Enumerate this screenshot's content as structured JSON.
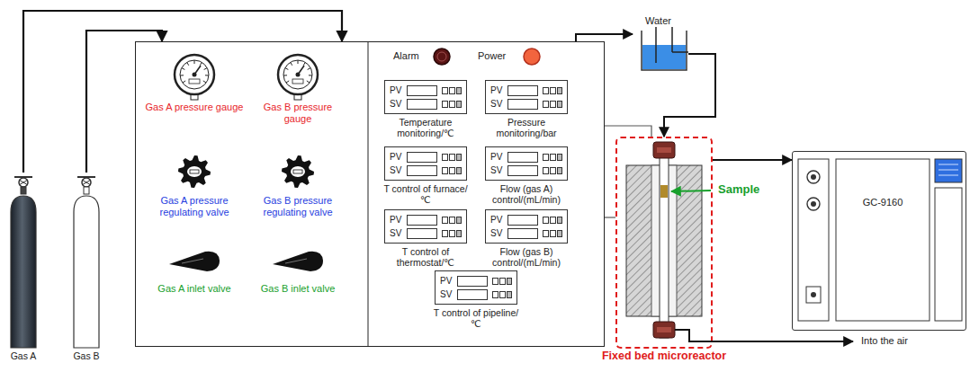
{
  "diagram": {
    "nodes": [
      {
        "text": [
          "Gas A"
        ]
      },
      {
        "text": [
          "Gas B"
        ]
      },
      {
        "text": [
          "Gas A pressure gauge",
          "Gas B pressure gauge",
          "Gas A pressure regulating valve",
          "Gas B pressure regulating valve",
          "Gas A inlet valve",
          "Gas B inlet valve",
          "Alarm",
          "Power"
        ]
      },
      {
        "text": [
          "PV",
          "SV",
          "Temperature monitoring/℃"
        ],
        "in": 2
      },
      {
        "text": [
          "PV",
          "SV",
          "Pressure monitoring/bar"
        ],
        "in": 2
      },
      {
        "text": [
          "PV",
          "SV",
          "T control of furnace/℃"
        ],
        "in": 2
      },
      {
        "text": [
          "PV",
          "SV",
          "Flow (gas A) control/(mL/min)"
        ],
        "in": 2
      },
      {
        "text": [
          "PV",
          "SV",
          "T control of thermostat/℃"
        ],
        "in": 2
      },
      {
        "text": [
          "PV",
          "SV",
          "Flow (gas B) control/(mL/min)"
        ],
        "in": 2
      },
      {
        "text": [
          "PV",
          "SV",
          "T control of pipeline/℃"
        ],
        "in": 2
      },
      {
        "text": [
          "Water"
        ]
      },
      {
        "text": [
          "Fixed bed microreactor"
        ]
      },
      {
        "text": [
          "GC-9160"
        ]
      }
    ],
    "edges": [
      {
        "from": 0,
        "to": 2,
        "arrow": "to"
      },
      {
        "from": 1,
        "to": 2,
        "arrow": "to"
      },
      {
        "from": 2,
        "to": 10,
        "arrow": "to"
      },
      {
        "from": 10,
        "to": 11,
        "arrow": "to"
      },
      {
        "from": 2,
        "to": 11,
        "arrow": "none"
      },
      {
        "from": 2,
        "to": 11,
        "arrow": "none"
      },
      {
        "from": 11,
        "to": 12,
        "arrow": "to"
      }
    ],
    "labels": [
      "Sample",
      "Into the air"
    ]
  }
}
